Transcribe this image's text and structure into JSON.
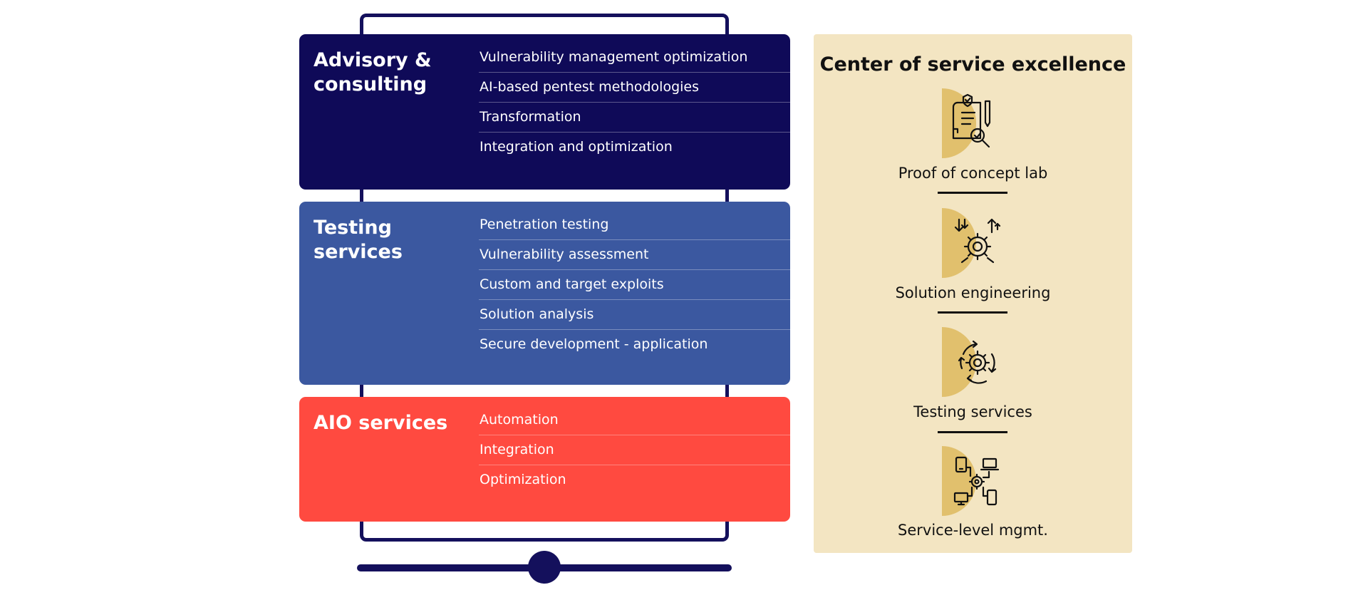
{
  "service_cards": [
    {
      "title": "Advisory & consulting",
      "color": "#0f0a58",
      "items": [
        "Vulnerability management optimization",
        "AI-based pentest methodologies",
        "Transformation",
        "Integration and optimization"
      ]
    },
    {
      "title": "Testing services",
      "color": "#3b58a0",
      "items": [
        "Penetration testing",
        "Vulnerability assessment",
        "Custom and target exploits",
        "Solution analysis",
        "Secure development - application"
      ]
    },
    {
      "title": "AIO services",
      "color": "#ff4a40",
      "items": [
        "Automation",
        "Integration",
        "Optimization"
      ]
    }
  ],
  "excellence_panel": {
    "title": "Center of service excellence",
    "background": "#f3e5c2",
    "accent": "#e1c06d",
    "entries": [
      {
        "label": "Proof of concept lab",
        "icon": "document-search-icon"
      },
      {
        "label": "Solution engineering",
        "icon": "gear-arrows-icon"
      },
      {
        "label": "Testing services",
        "icon": "gear-cycle-icon"
      },
      {
        "label": "Service-level mgmt.",
        "icon": "devices-network-icon"
      }
    ]
  }
}
